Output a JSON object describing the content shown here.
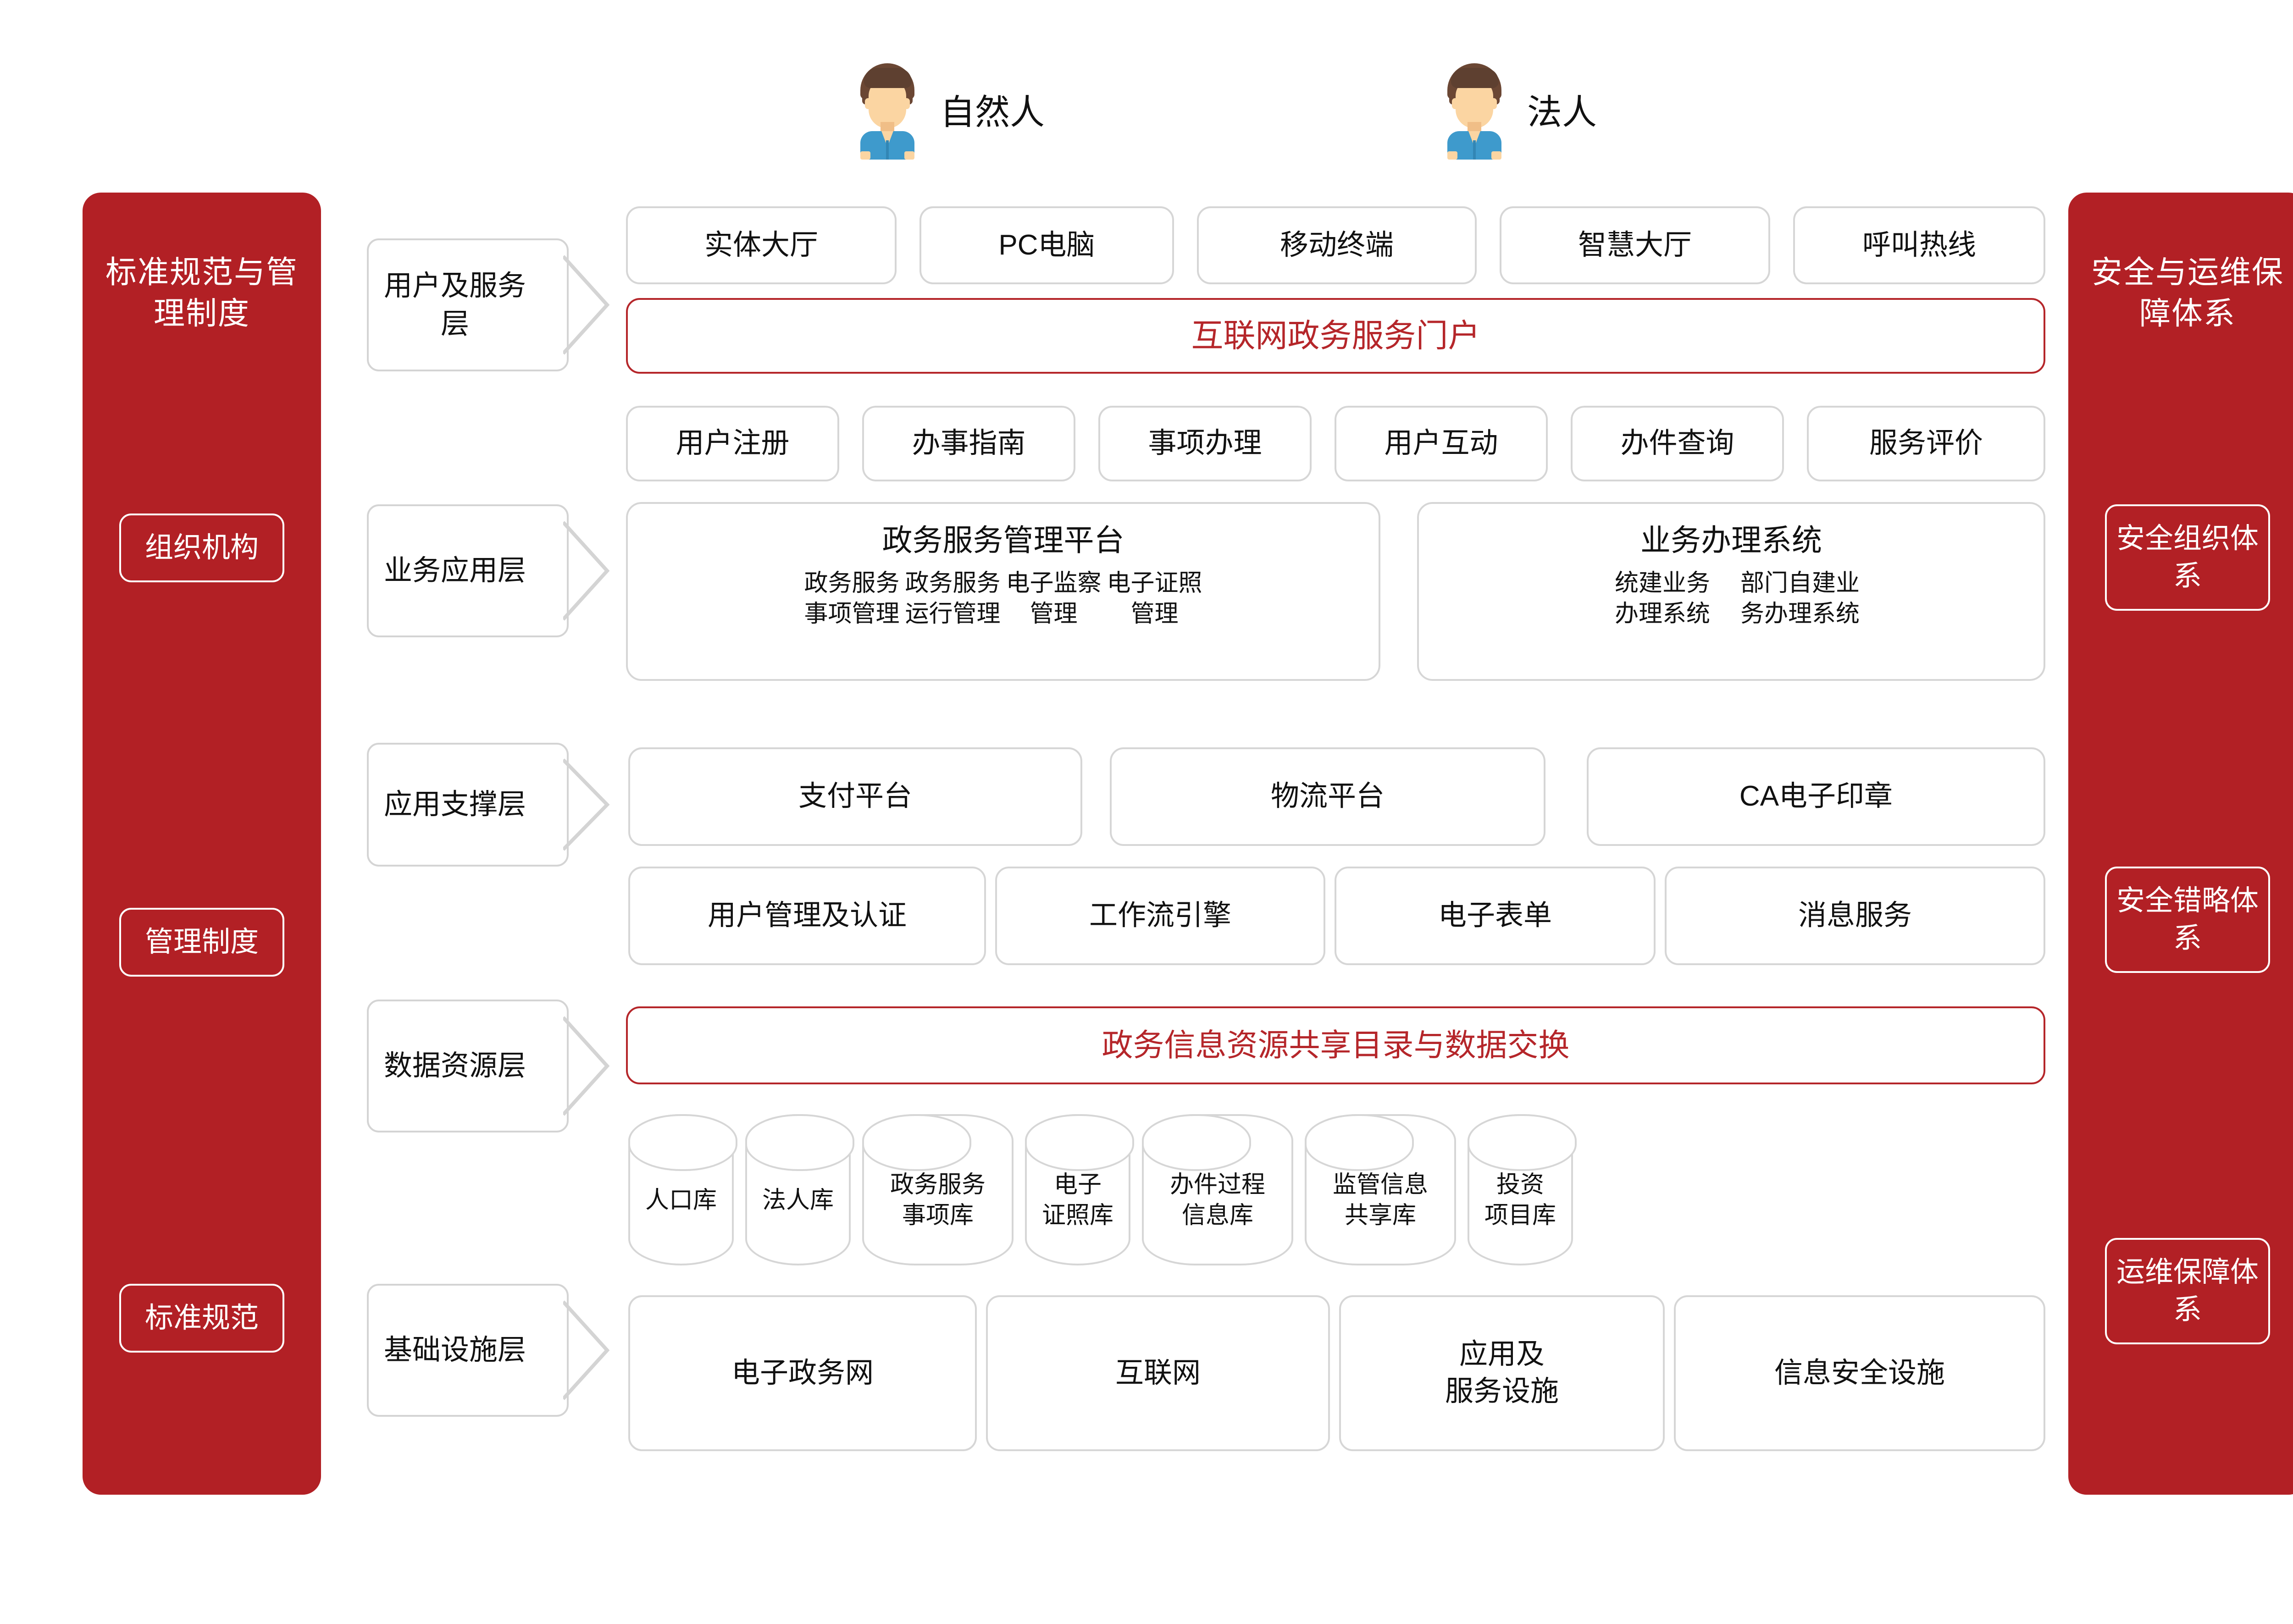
{
  "colors": {
    "brand_red": "#B22025",
    "accent_red": "#B5262A",
    "border_gray": "#d6d6d6"
  },
  "personas": [
    {
      "label": "自然人",
      "icon": "user-avatar-icon"
    },
    {
      "label": "法人",
      "icon": "user-avatar-icon"
    }
  ],
  "left_rail": {
    "title": "标准规范与管理制度",
    "boxes": [
      "组织机构",
      "管理制度",
      "标准规范"
    ]
  },
  "right_rail": {
    "title": "安全与运维保障体系",
    "boxes": [
      "安全组织体系",
      "安全错略体系",
      "运维保障体系"
    ]
  },
  "layers": [
    {
      "name": "用户及服务层"
    },
    {
      "name": "业务应用层"
    },
    {
      "name": "应用支撑层"
    },
    {
      "name": "数据资源层"
    },
    {
      "name": "基础设施层"
    }
  ],
  "user_service_layer": {
    "channels": [
      "实体大厅",
      "PC电脑",
      "移动终端",
      "智慧大厅",
      "呼叫热线"
    ],
    "portal": "互联网政务服务门户",
    "services": [
      "用户注册",
      "办事指南",
      "事项办理",
      "用户互动",
      "办件查询",
      "服务评价"
    ]
  },
  "business_layer": {
    "cards": [
      {
        "title": "政务服务管理平台",
        "items": [
          "政务服务事项管理",
          "政务服务运行管理",
          "电子监察管理",
          "电子证照管理"
        ],
        "items_split": [
          [
            "政务服务",
            "事项管理"
          ],
          [
            "政务服务",
            "运行管理"
          ],
          [
            "电子监察",
            "管理"
          ],
          [
            "电子证照",
            "管理"
          ]
        ]
      },
      {
        "title": "业务办理系统",
        "items": [
          "统建业务办理系统",
          "部门自建业务办理系统"
        ],
        "items_split": [
          [
            "统建业务",
            "办理系统"
          ],
          [
            "部门自建业",
            "务办理系统"
          ]
        ]
      }
    ]
  },
  "support_layer": {
    "row1": [
      "支付平台",
      "物流平台",
      "CA电子印章"
    ],
    "row2": [
      "用户管理及认证",
      "工作流引擎",
      "电子表单",
      "消息服务"
    ]
  },
  "data_layer": {
    "exchange": "政务信息资源共享目录与数据交换",
    "databases": [
      {
        "line1": "人口库",
        "line2": ""
      },
      {
        "line1": "法人库",
        "line2": ""
      },
      {
        "line1": "政务服务",
        "line2": "事项库"
      },
      {
        "line1": "电子",
        "line2": "证照库"
      },
      {
        "line1": "办件过程",
        "line2": "信息库"
      },
      {
        "line1": "监管信息",
        "line2": "共享库"
      },
      {
        "line1": "投资",
        "line2": "项目库"
      }
    ]
  },
  "infra_layer": {
    "items": [
      {
        "line1": "电子政务网",
        "line2": ""
      },
      {
        "line1": "互联网",
        "line2": ""
      },
      {
        "line1": "应用及",
        "line2": "服务设施"
      },
      {
        "line1": "信息安全设施",
        "line2": ""
      }
    ]
  }
}
